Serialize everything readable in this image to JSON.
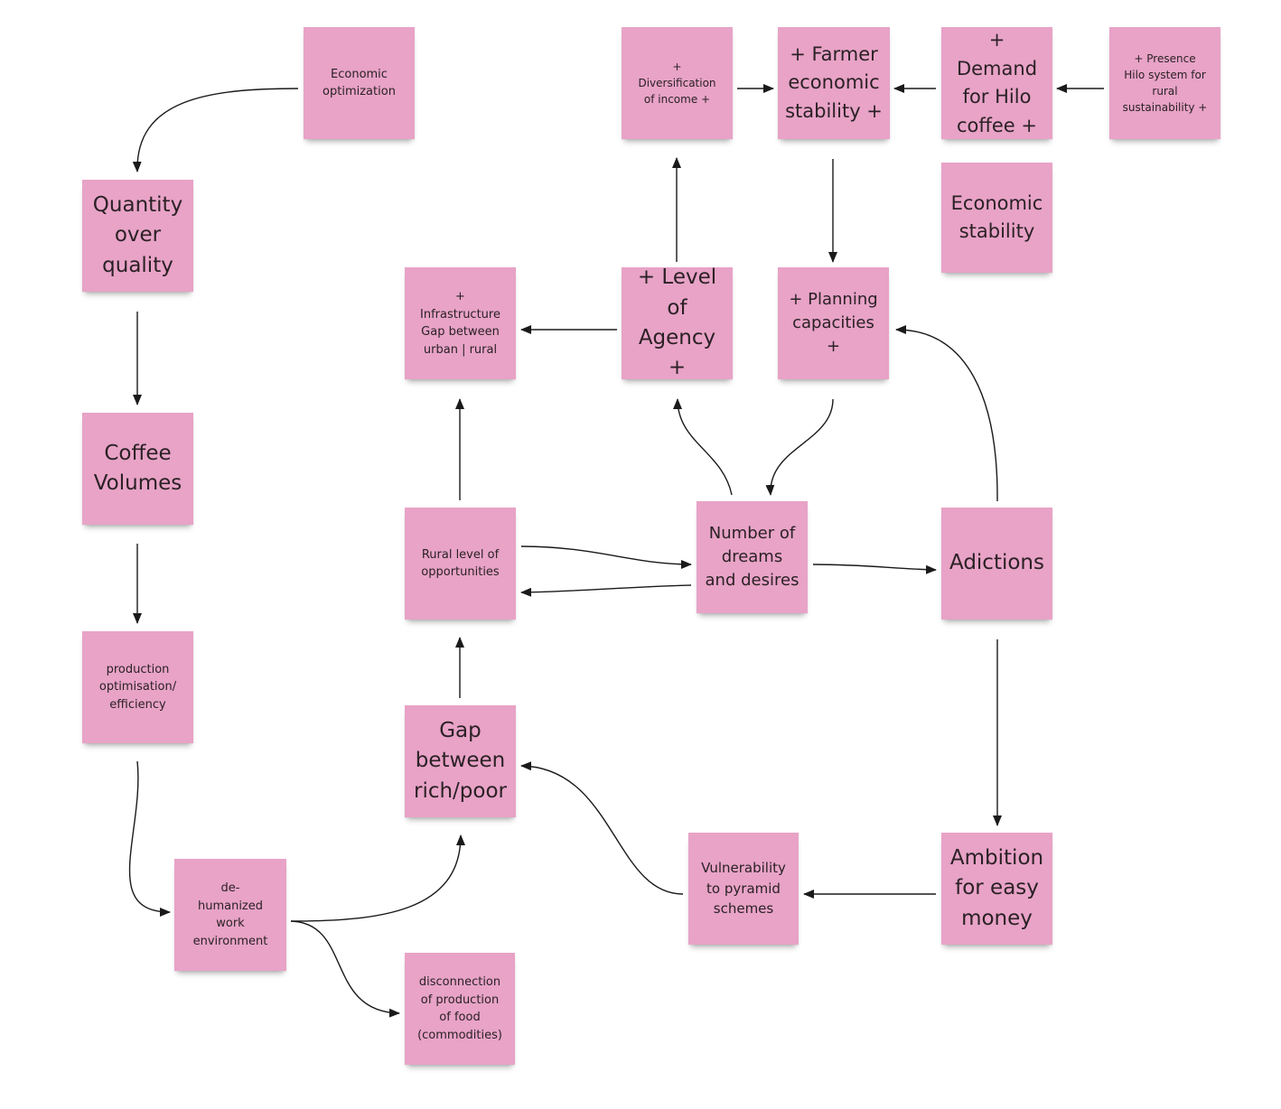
{
  "notes": {
    "economic_optimization": "Economic\noptimization",
    "quantity_over_quality": "Quantity\nover\nquality",
    "coffee_volumes": "Coffee\nVolumes",
    "production_optimisation": "production\noptimisation/\nefficiency",
    "dehumanized_work": "de-\nhumanized\nwork\nenvironment",
    "disconnection_production": "disconnection\nof production\nof food\n(commodities)",
    "diversification_income": "+\nDiversification\nof income +",
    "farmer_economic_stability": "+ Farmer\neconomic\nstability +",
    "demand_hilo_coffee": "+ Demand\nfor Hilo\ncoffee +",
    "presence_hilo_system": "+ Presence\nHilo system for\nrural\nsustainability +",
    "economic_stability": "Economic\nstability",
    "infrastructure_gap": "+\nInfrastructure\nGap between\nurban | rural",
    "level_of_agency": "+ Level\nof\nAgency +",
    "planning_capacities": "+ Planning\ncapacities\n+",
    "rural_opportunities": "Rural level of\nopportunities",
    "dreams_and_desires": "Number of\ndreams\nand desires",
    "adictions": "Adictions",
    "gap_rich_poor": "Gap\nbetween\nrich/poor",
    "vulnerability_pyramid": "Vulnerability\nto pyramid\nschemes",
    "ambition_easy_money": "Ambition\nfor easy\nmoney"
  },
  "colors": {
    "note_fill": "#e8a3c7",
    "arrow": "#1a1a1a"
  }
}
